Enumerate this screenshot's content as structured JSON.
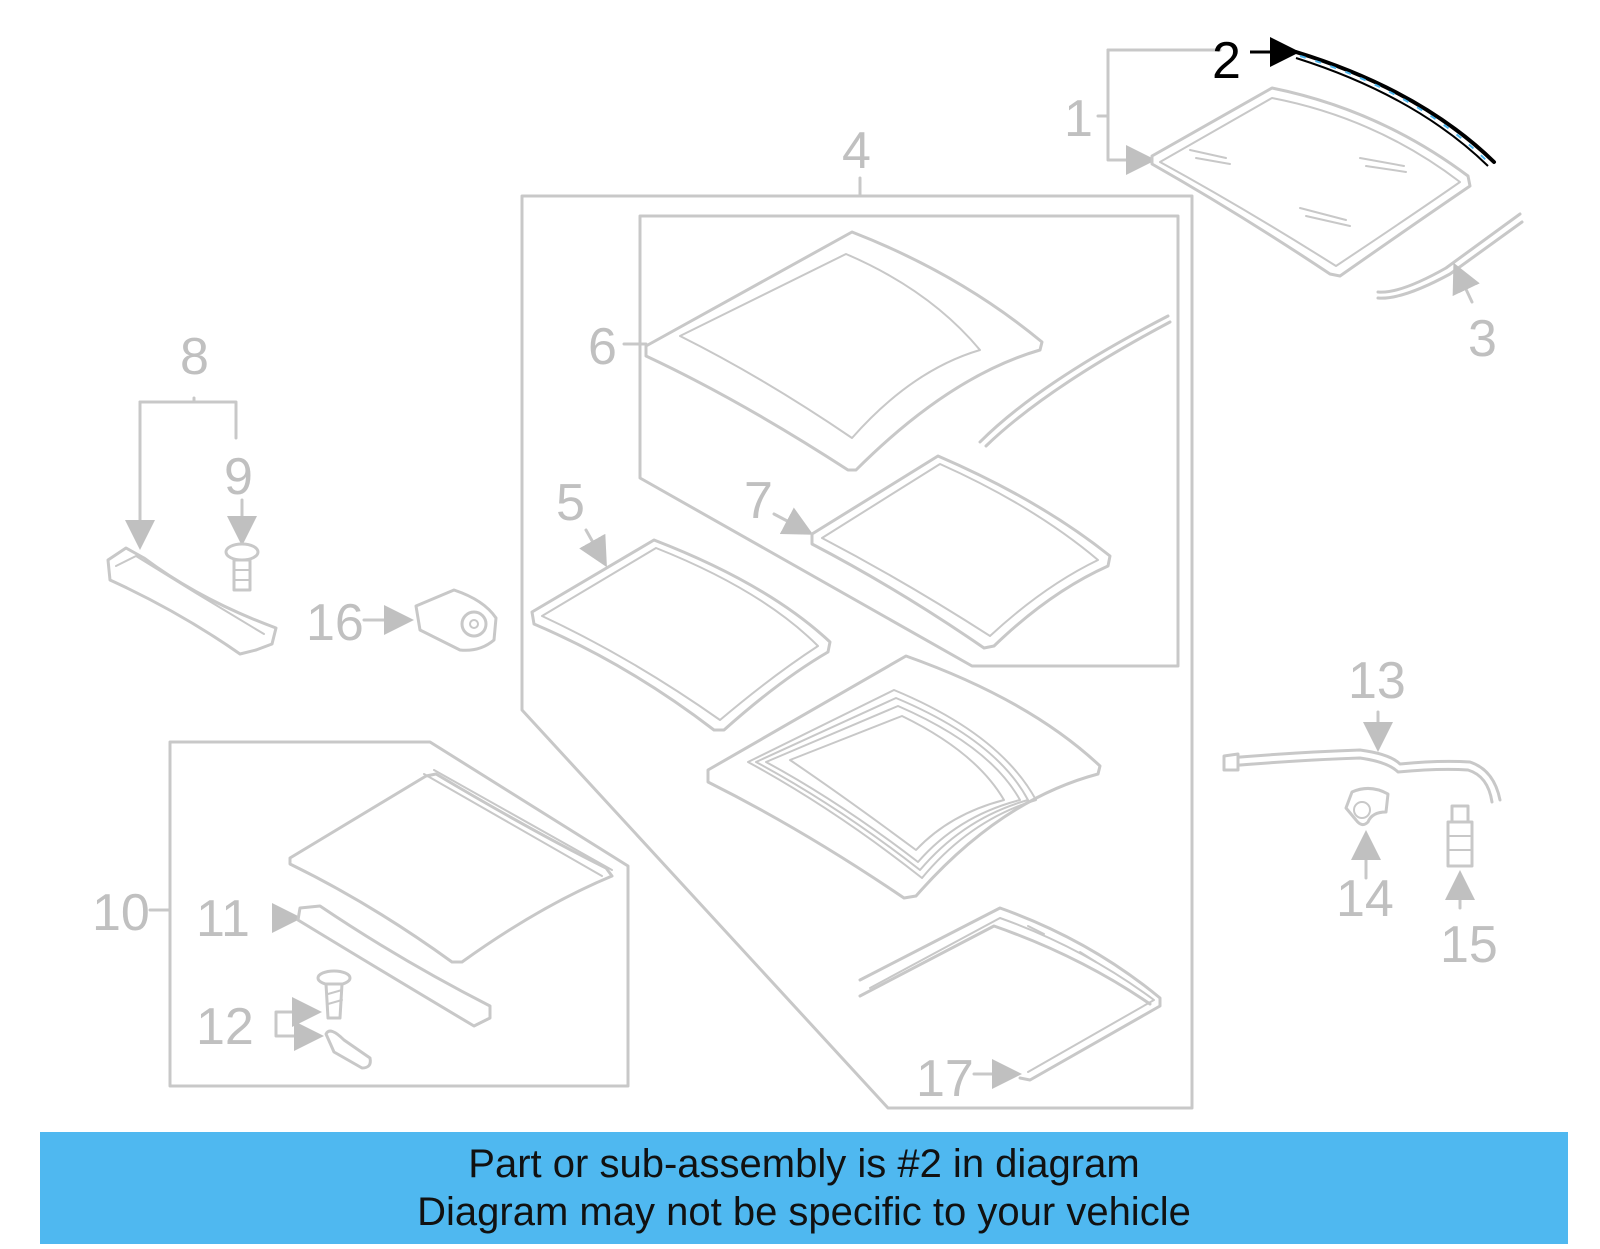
{
  "diagram": {
    "highlighted_part": "2",
    "callouts": {
      "c1": "1",
      "c2": "2",
      "c3": "3",
      "c4": "4",
      "c5": "5",
      "c6": "6",
      "c7": "7",
      "c8": "8",
      "c9": "9",
      "c10": "10",
      "c11": "11",
      "c12": "12",
      "c13": "13",
      "c14": "14",
      "c15": "15",
      "c16": "16",
      "c17": "17"
    }
  },
  "banner": {
    "line1": "Part or sub-assembly is #2 in diagram",
    "line2": "Diagram may not be specific to your vehicle",
    "background": "#4fb8f0"
  },
  "colors": {
    "part_line": "#c8c8c8",
    "highlight_line": "#000000",
    "highlight_accent": "#4fb8f0"
  }
}
